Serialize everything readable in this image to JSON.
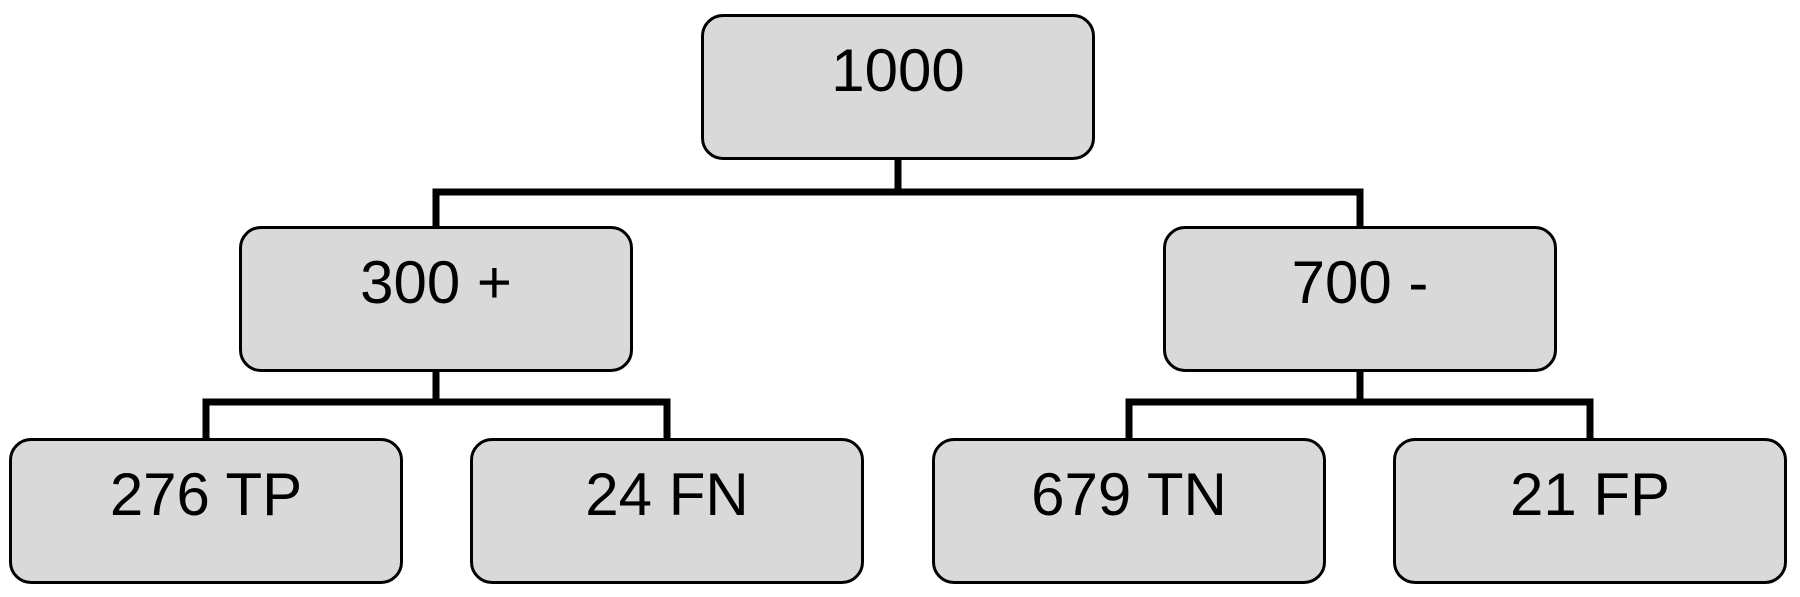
{
  "tree": {
    "root": {
      "label": "1000"
    },
    "positive": {
      "label": "300 +"
    },
    "negative": {
      "label": "700 -"
    },
    "true_positive": {
      "label": "276 TP"
    },
    "false_negative": {
      "label": "24 FN"
    },
    "true_negative": {
      "label": "679 TN"
    },
    "false_positive": {
      "label": "21 FP"
    }
  },
  "colors": {
    "box_fill": "#d9d9d9",
    "box_border": "#000000",
    "connector": "#000000",
    "text": "#000000"
  }
}
